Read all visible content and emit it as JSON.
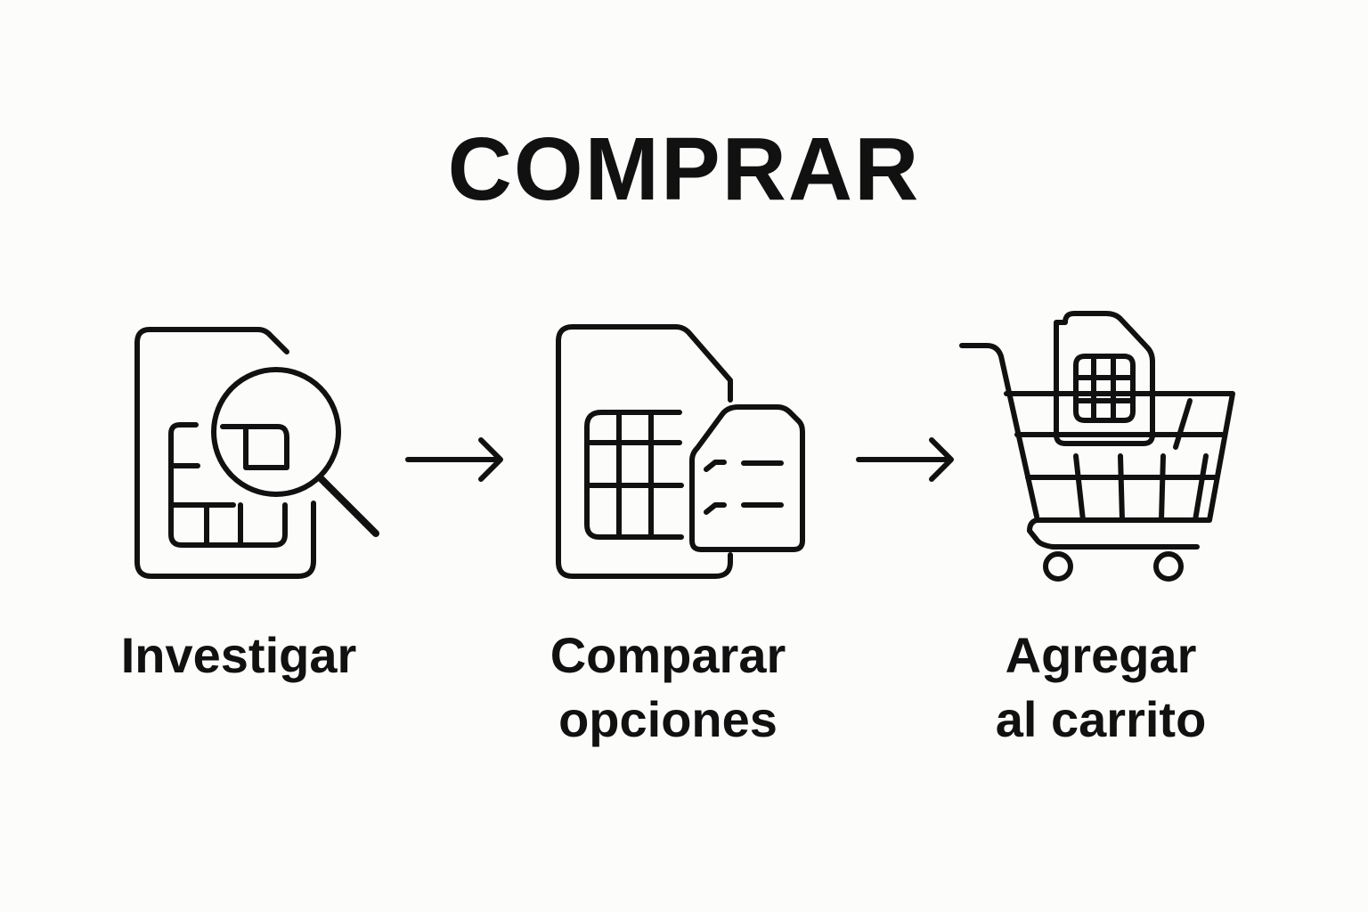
{
  "title": "COMPRAR",
  "steps": [
    {
      "label_lines": [
        "Investigar"
      ],
      "icon": "sim-card-magnifier-icon"
    },
    {
      "label_lines": [
        "Comparar",
        "opciones"
      ],
      "icon": "sim-cards-compare-icon"
    },
    {
      "label_lines": [
        "Agregar",
        "al carrito"
      ],
      "icon": "shopping-cart-sim-icon"
    }
  ],
  "connectors": [
    "arrow-right-icon",
    "arrow-right-icon"
  ],
  "colors": {
    "ink": "#111111",
    "background": "#fcfcfa"
  }
}
